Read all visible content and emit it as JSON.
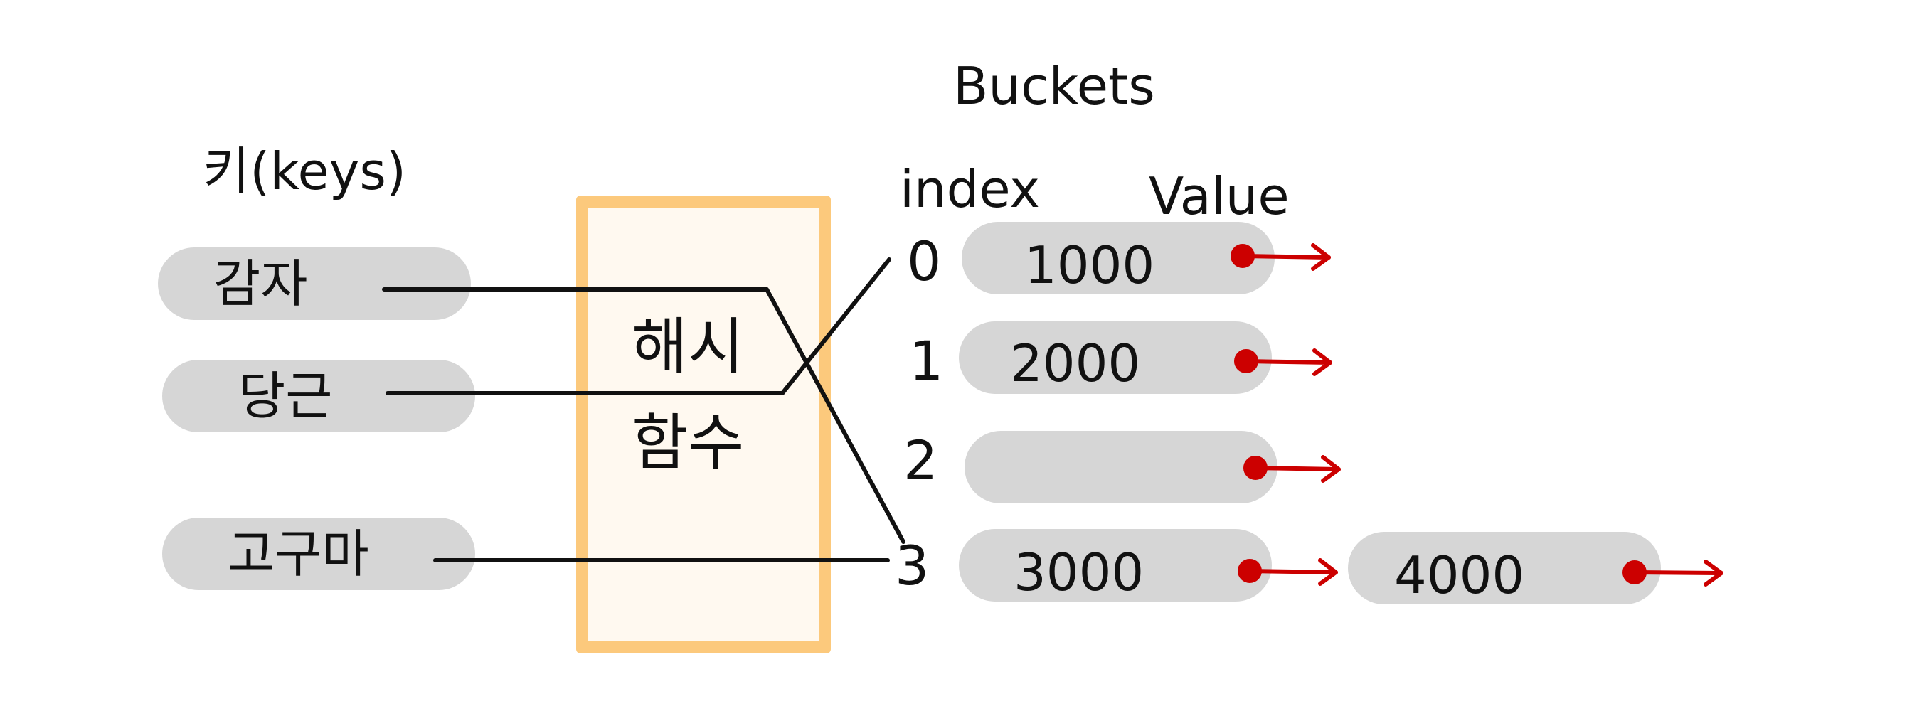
{
  "keys_title": "키(keys)",
  "keys": [
    "감자",
    "당근",
    "고구마"
  ],
  "hash_function": [
    "해시",
    "함수"
  ],
  "buckets_title": "Buckets",
  "index_header": "index",
  "value_header": "Value",
  "buckets": [
    {
      "index": "0",
      "value": "1000"
    },
    {
      "index": "1",
      "value": "2000"
    },
    {
      "index": "2",
      "value": ""
    },
    {
      "index": "3",
      "value": "3000",
      "chain": "4000"
    }
  ],
  "colors": {
    "pill": "#d6d6d6",
    "hash_border": "#fcc97c",
    "hash_fill": "#fff9f0",
    "pointer": "#cc0000"
  }
}
